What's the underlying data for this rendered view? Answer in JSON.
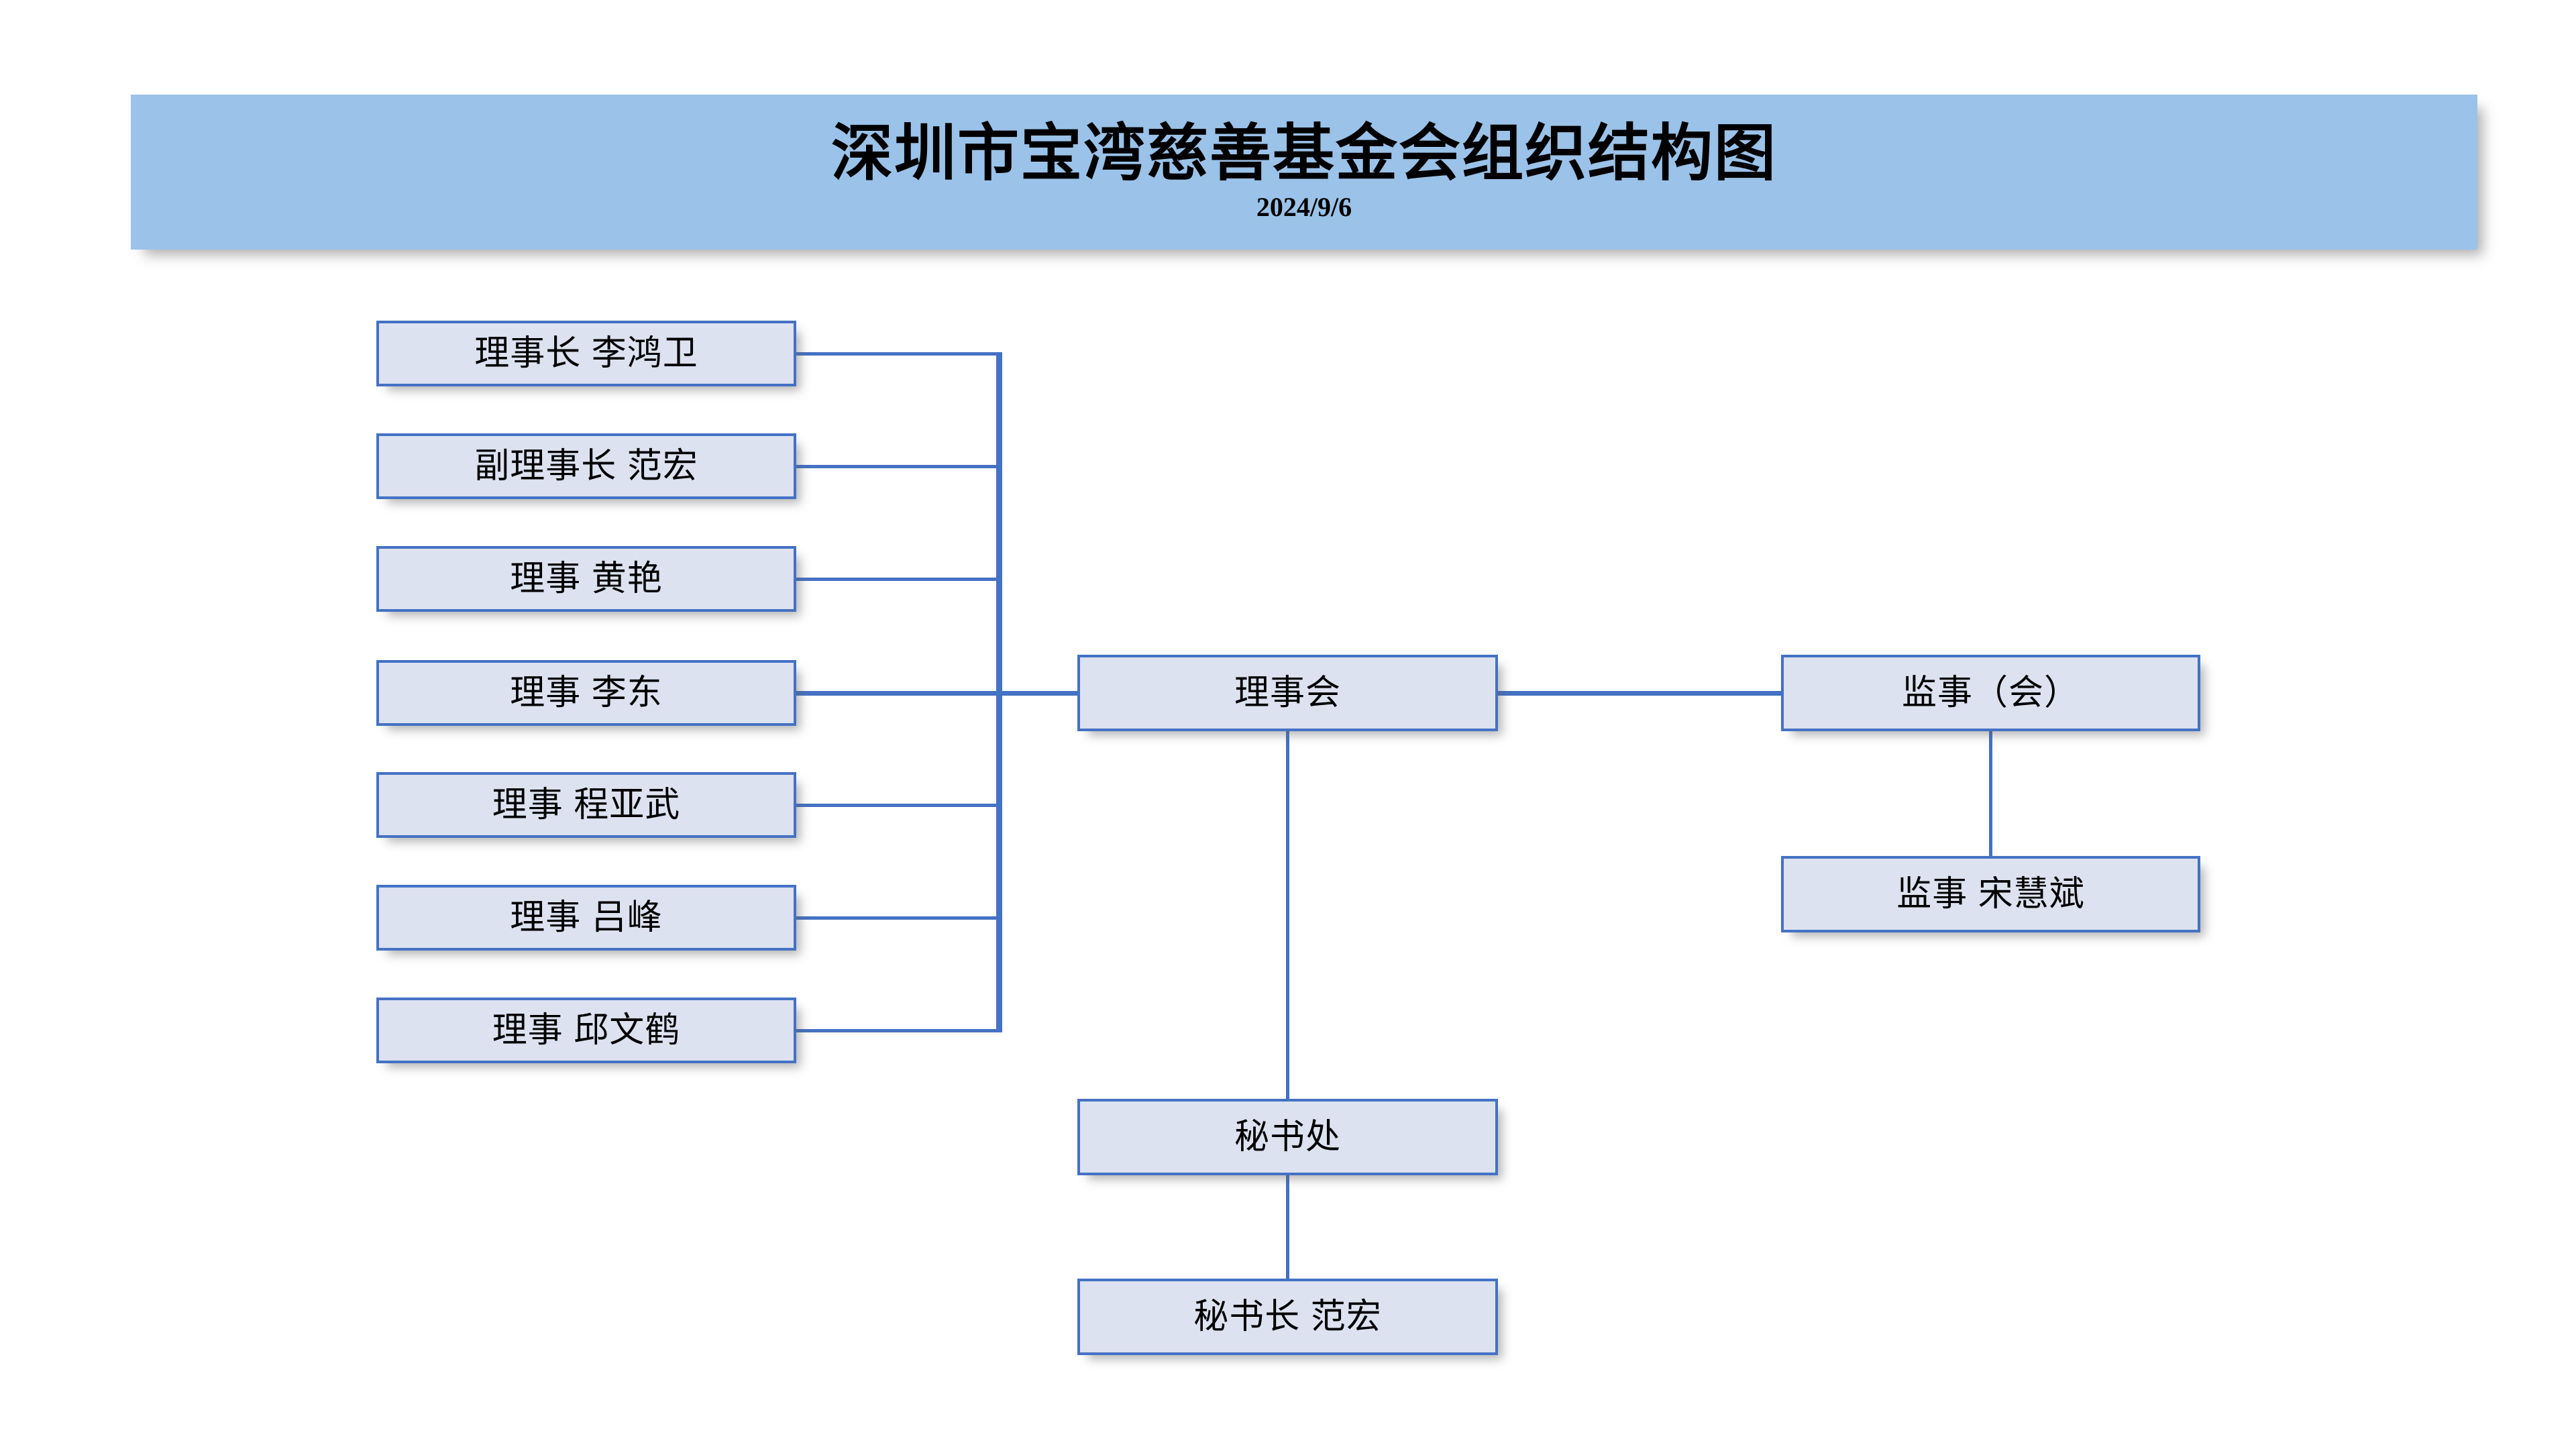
{
  "header": {
    "title": "深圳市宝湾慈善基金会组织结构图",
    "date": "2024/9/6",
    "banner_color": "#9bc2e8"
  },
  "theme": {
    "node_fill": "#dce2f0",
    "node_border": "#4472c4",
    "connector_color": "#4472c4",
    "text_color": "#000000",
    "page_background": "#ffffff"
  },
  "chart_data": {
    "type": "org-chart",
    "title": "深圳市宝湾慈善基金会组织结构图",
    "subtitle": "2024/9/6",
    "root": "理事会",
    "nodes": [
      {
        "id": "board",
        "label": "理事会",
        "column": "center",
        "level": 1
      },
      {
        "id": "chairman",
        "label": "理事长 李鸿卫",
        "column": "left",
        "level": 2
      },
      {
        "id": "vice-chairman",
        "label": "副理事长 范宏",
        "column": "left",
        "level": 2
      },
      {
        "id": "director-huangyan",
        "label": "理事 黄艳",
        "column": "left",
        "level": 2
      },
      {
        "id": "director-lidong",
        "label": "理事 李东",
        "column": "left",
        "level": 2
      },
      {
        "id": "director-chengyawu",
        "label": "理事 程亚武",
        "column": "left",
        "level": 2
      },
      {
        "id": "director-lvfeng",
        "label": "理事 吕峰",
        "column": "left",
        "level": 2
      },
      {
        "id": "director-qiuwenhe",
        "label": "理事 邱文鹤",
        "column": "left",
        "level": 2
      },
      {
        "id": "supervisor-board",
        "label": "监事（会）",
        "column": "right",
        "level": 1
      },
      {
        "id": "supervisor-songhuibin",
        "label": "监事 宋慧斌",
        "column": "right",
        "level": 2
      },
      {
        "id": "secretariat",
        "label": "秘书处",
        "column": "center",
        "level": 2
      },
      {
        "id": "secretary-general",
        "label": "秘书长 范宏",
        "column": "center",
        "level": 3
      }
    ],
    "edges": [
      {
        "from": "board",
        "to": "chairman"
      },
      {
        "from": "board",
        "to": "vice-chairman"
      },
      {
        "from": "board",
        "to": "director-huangyan"
      },
      {
        "from": "board",
        "to": "director-lidong"
      },
      {
        "from": "board",
        "to": "director-chengyawu"
      },
      {
        "from": "board",
        "to": "director-lvfeng"
      },
      {
        "from": "board",
        "to": "director-qiuwenhe"
      },
      {
        "from": "board",
        "to": "supervisor-board"
      },
      {
        "from": "board",
        "to": "secretariat"
      },
      {
        "from": "supervisor-board",
        "to": "supervisor-songhuibin"
      },
      {
        "from": "secretariat",
        "to": "secretary-general"
      }
    ]
  },
  "members": {
    "chairman": "理事长 李鸿卫",
    "vice_chairman": "副理事长 范宏",
    "director_1": "理事 黄艳",
    "director_2": "理事 李东",
    "director_3": "理事 程亚武",
    "director_4": "理事 吕峰",
    "director_5": "理事 邱文鹤"
  },
  "center": {
    "board": "理事会",
    "secretariat": "秘书处",
    "secretary_general": "秘书长 范宏"
  },
  "right": {
    "supervisor_board": "监事（会）",
    "supervisor": "监事 宋慧斌"
  }
}
